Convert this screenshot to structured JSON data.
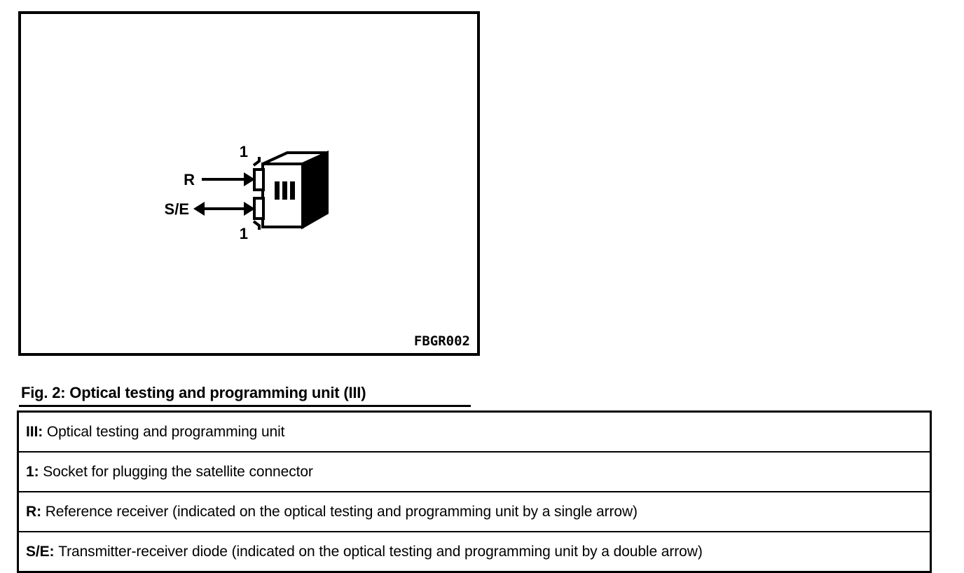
{
  "figure": {
    "code_label": "FBGR002",
    "caption": "Fig. 2: Optical testing and programming unit (III)",
    "diagram": {
      "device_face_marking": "III",
      "callouts": [
        {
          "name": "socket-top",
          "label": "1"
        },
        {
          "name": "socket-bottom",
          "label": "1"
        },
        {
          "name": "reference-receiver",
          "label": "R",
          "arrow": "single-arrow"
        },
        {
          "name": "transmitter-receiver-diode",
          "label": "S/E",
          "arrow": "double-arrow"
        }
      ]
    }
  },
  "legend": {
    "rows": [
      {
        "key": "III:",
        "text": "Optical testing and programming unit"
      },
      {
        "key": "1:",
        "text": "Socket for plugging the satellite connector"
      },
      {
        "key": "R:",
        "text": "Reference receiver (indicated on the optical testing and programming unit by a single arrow)"
      },
      {
        "key": "S/E:",
        "text": "Transmitter-receiver diode (indicated on the optical testing and programming unit by a double arrow)"
      }
    ]
  },
  "colors": {
    "ink": "#000000",
    "paper": "#ffffff"
  }
}
